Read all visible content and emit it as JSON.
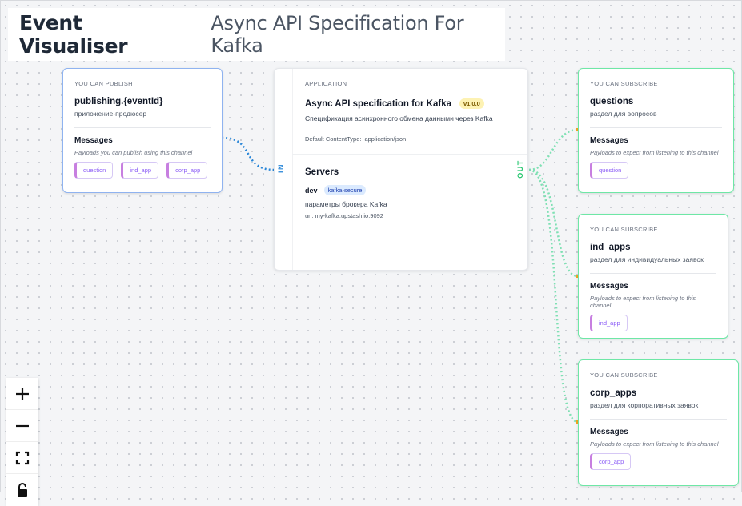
{
  "header": {
    "title": "Event Visualiser",
    "subtitle": "Async API Specification For Kafka"
  },
  "publish_card": {
    "kicker": "YOU CAN PUBLISH",
    "channel": "publishing.{eventId}",
    "description": "приложение-продюсер",
    "messages_title": "Messages",
    "messages_hint": "Payloads you can publish using this channel",
    "tags": [
      "question",
      "ind_app",
      "corp_app"
    ]
  },
  "application": {
    "kicker": "APPLICATION",
    "title": "Async API specification for Kafka",
    "version": "v1.0.0",
    "description": "Спецификация асинхронного обмена данными через Kafka",
    "content_type_label": "Default ContentType:",
    "content_type": "application/json",
    "servers_title": "Servers",
    "server": {
      "name": "dev",
      "protocol": "kafka-secure",
      "description": "параметры брокера Kafka",
      "url": "url: my-kafka.upstash.io:9092"
    },
    "port_in": "IN",
    "port_out": "OUT"
  },
  "subscribe_cards": [
    {
      "kicker": "YOU CAN SUBSCRIBE",
      "channel": "questions",
      "description": "раздел для вопросов",
      "messages_title": "Messages",
      "messages_hint": "Payloads to expect from listening to this channel",
      "tag": "question"
    },
    {
      "kicker": "YOU CAN SUBSCRIBE",
      "channel": "ind_apps",
      "description": "раздел для индивидуальных заявок",
      "messages_title": "Messages",
      "messages_hint": "Payloads to expect from listening to this channel",
      "tag": "ind_app"
    },
    {
      "kicker": "YOU CAN SUBSCRIBE",
      "channel": "corp_apps",
      "description": "раздел для корпоративных заявок",
      "messages_title": "Messages",
      "messages_hint": "Payloads to expect from listening to this channel",
      "tag": "corp_app"
    }
  ],
  "controls": [
    "zoom-in-icon",
    "zoom-out-icon",
    "fit-view-icon",
    "lock-icon"
  ],
  "colors": {
    "publish_border": "#8fb3f0",
    "subscribe_border": "#6ee7a6",
    "in_edge": "#2a87d8",
    "out_edge": "#7fe0b4",
    "handle": "#f5a623"
  }
}
